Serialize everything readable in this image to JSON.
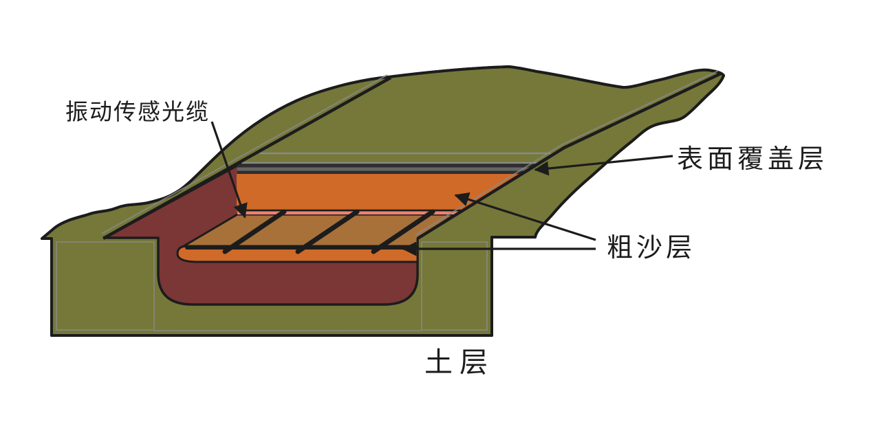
{
  "diagram": {
    "type": "cross-section schematic of buried vibration-sensing optical cable installation",
    "labels": {
      "cable": "振动传感光缆",
      "cover_layer": "表面覆盖层",
      "coarse_sand_layer": "粗沙层",
      "soil_layer": "土层"
    },
    "colors": {
      "background": "#ffffff",
      "soil_green": "#76783a",
      "trench_maroon": "#7b3636",
      "sand_orange": "#d06a28",
      "sand_floor_tan": "#a8713a",
      "pink_line": "#ef8270",
      "cover_dark": "#2e2e2e",
      "cover_gray": "#666666",
      "outline_black": "#1c1c1c",
      "speckle_gray": "#8a8a8a"
    }
  }
}
